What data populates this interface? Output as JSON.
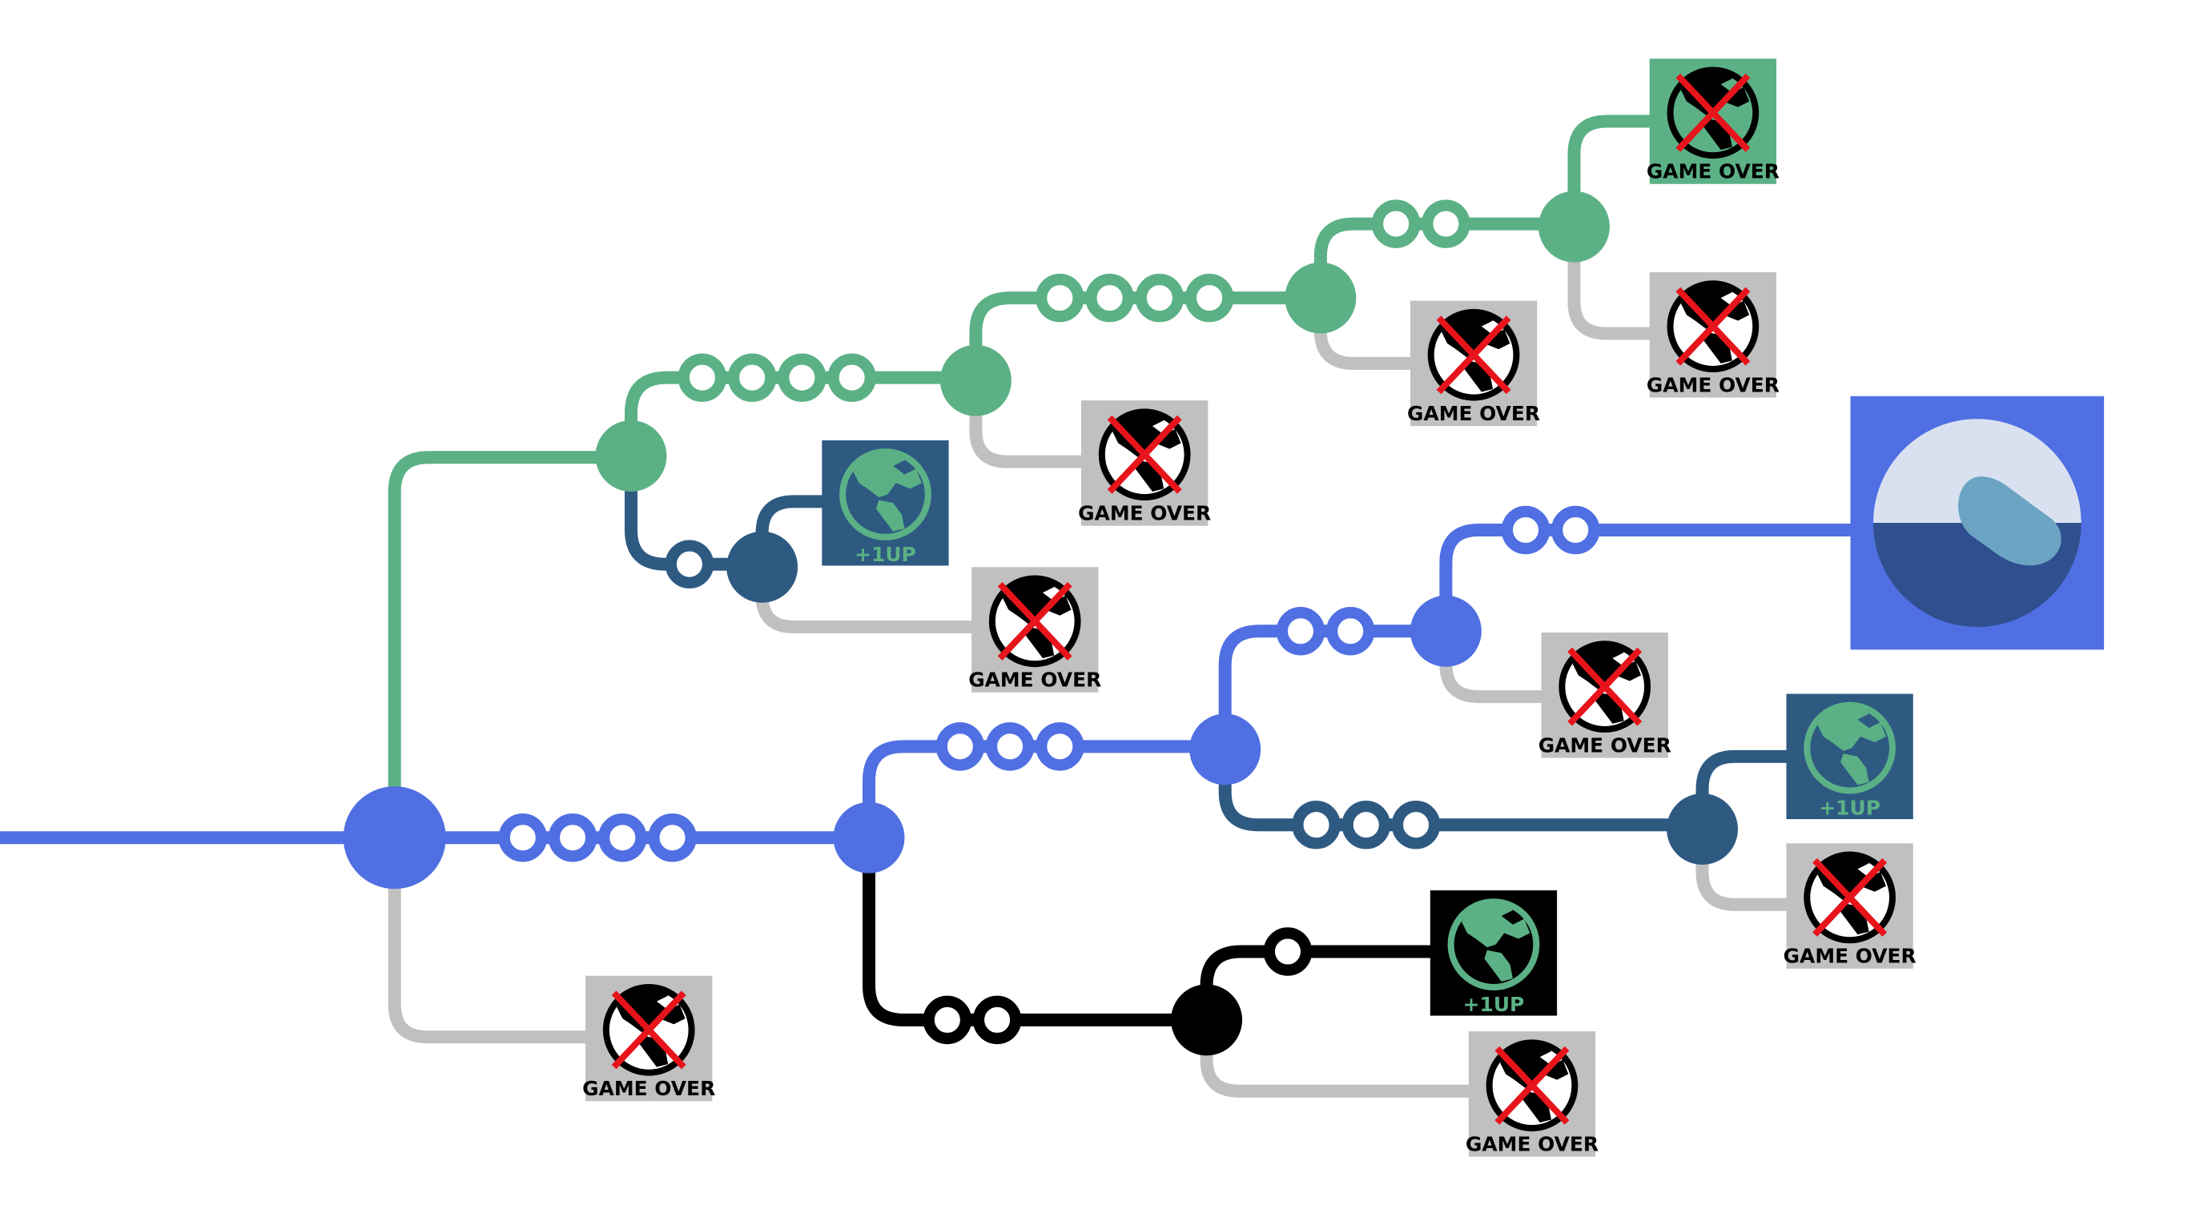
{
  "labels": {
    "game_over": "GAME OVER",
    "one_up": "+1UP"
  },
  "icons": {
    "earth": "earth-globe-icon",
    "earth_crossed": "crossed-out-earth-icon",
    "goal": "goal-logo-icon"
  },
  "colors": {
    "blue": "#4f6fe2",
    "green": "#5bb185",
    "navy": "#2e5a82",
    "black": "#000000",
    "gray": "#c0c0c0",
    "cross_red": "#e8141b",
    "goal_light": "#d9e1f1",
    "goal_dark": "#2f4f8e",
    "goal_wave": "#6ca4c4"
  },
  "tiles": [
    {
      "id": "start-fail",
      "kind": "game_over"
    },
    {
      "id": "green-1up",
      "kind": "one_up",
      "branch": "navy"
    },
    {
      "id": "navy-fail",
      "kind": "game_over"
    },
    {
      "id": "green-fail-1",
      "kind": "game_over"
    },
    {
      "id": "green-fail-2",
      "kind": "game_over"
    },
    {
      "id": "green-top",
      "kind": "game_over",
      "branch": "green"
    },
    {
      "id": "green-fail-3",
      "kind": "game_over"
    },
    {
      "id": "blue-fail",
      "kind": "game_over"
    },
    {
      "id": "blue-goal",
      "kind": "goal"
    },
    {
      "id": "navy-1up",
      "kind": "one_up",
      "branch": "navy"
    },
    {
      "id": "navy-fail-2",
      "kind": "game_over"
    },
    {
      "id": "black-1up",
      "kind": "one_up",
      "branch": "black"
    },
    {
      "id": "black-fail",
      "kind": "game_over"
    }
  ]
}
